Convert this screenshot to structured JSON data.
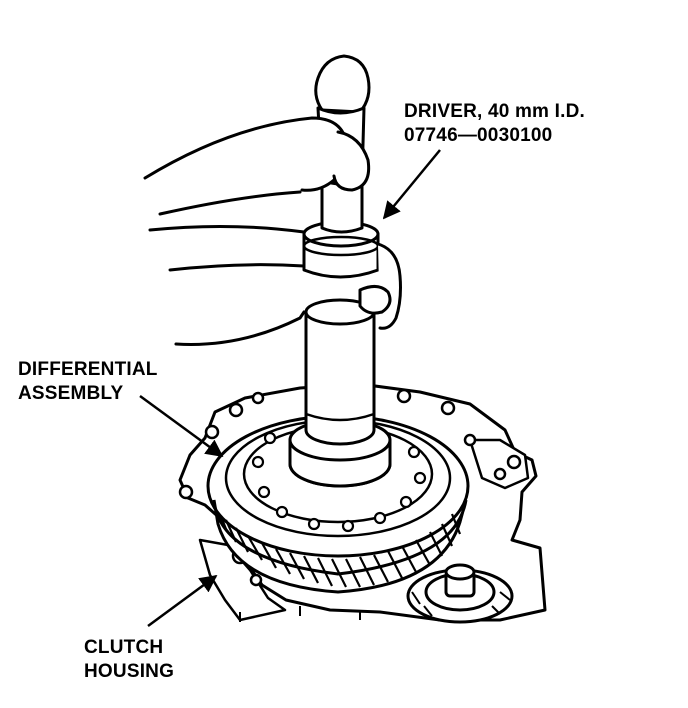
{
  "labels": {
    "driver": {
      "line1": "DRIVER, 40 mm I.D.",
      "line2": "07746—0030100"
    },
    "differential": {
      "line1": "DIFFERENTIAL",
      "line2": "ASSEMBLY"
    },
    "clutch": {
      "line1": "CLUTCH",
      "line2": "HOUSING"
    }
  },
  "colors": {
    "ink": "#000000",
    "paper": "#ffffff"
  }
}
